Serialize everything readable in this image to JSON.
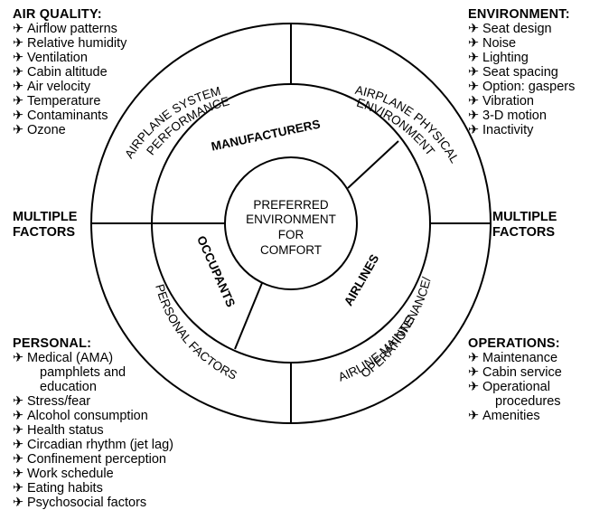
{
  "icon": "airplane-icon",
  "corners": {
    "air_quality": {
      "heading": "AIR QUALITY:",
      "items": [
        "Airflow patterns",
        "Relative humidity",
        "Ventilation",
        "Cabin altitude",
        "Air velocity",
        "Temperature",
        "Contaminants",
        "Ozone"
      ]
    },
    "environment": {
      "heading": "ENVIRONMENT:",
      "items": [
        "Seat design",
        "Noise",
        "Lighting",
        "Seat spacing",
        "Option: gaspers",
        "Vibration",
        "3-D motion",
        "Inactivity"
      ]
    },
    "personal": {
      "heading": "PERSONAL:",
      "items": [
        "Medical (AMA)",
        "pamphlets and",
        "education",
        "Stress/fear",
        "Alcohol consumption",
        "Health status",
        "Circadian rhythm (jet lag)",
        "Confinement perception",
        "Work schedule",
        "Eating habits",
        "Psychosocial factors"
      ]
    },
    "operations": {
      "heading": "OPERATIONS:",
      "items": [
        "Maintenance",
        "Cabin service",
        "Operational",
        "procedures",
        "Amenities"
      ]
    }
  },
  "side_labels": {
    "left": [
      "MULTIPLE",
      "FACTORS"
    ],
    "right": [
      "MULTIPLE",
      "FACTORS"
    ]
  },
  "outer_ring": {
    "top_left": [
      "AIRPLANE SYSTEM",
      "PERFORMANCE"
    ],
    "top_right": [
      "AIRPLANE PHYSICAL",
      "ENVIRONMENT"
    ],
    "bottom_left": [
      "PERSONAL FACTORS"
    ],
    "bottom_right": [
      "AIRLINE MAINTENANCE/",
      "OPERATIONS"
    ]
  },
  "inner_ring": {
    "top": "MANUFACTURERS",
    "left": "OCCUPANTS",
    "right": "AIRLINES"
  },
  "center": [
    "PREFERRED",
    "ENVIRONMENT",
    "FOR",
    "COMFORT"
  ]
}
